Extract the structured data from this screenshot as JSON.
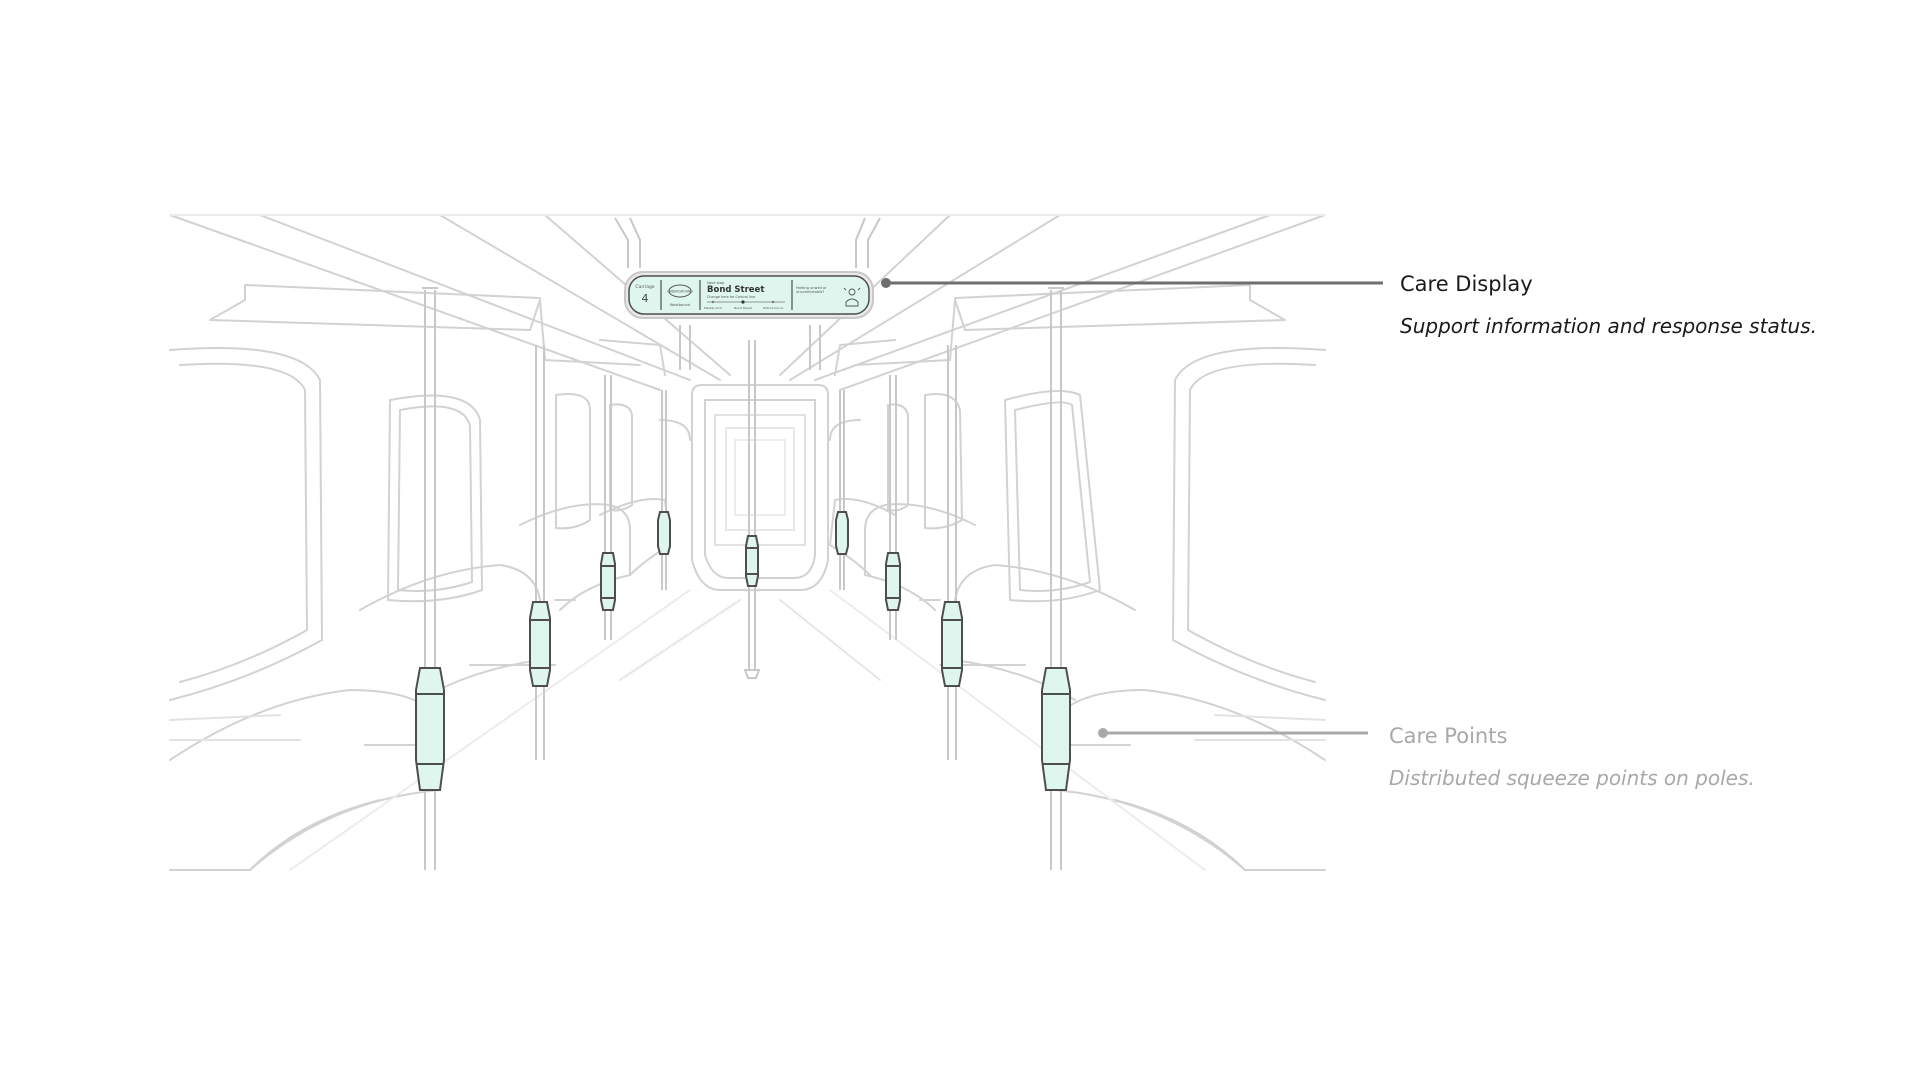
{
  "annotations": {
    "care_display": {
      "title": "Care Display",
      "description": "Support information and response status."
    },
    "care_points": {
      "title": "Care Points",
      "description": "Distributed squeeze points on poles."
    }
  },
  "display_panel": {
    "carriage_label": "Carriage",
    "carriage_number": "4",
    "line_badge": "UNDERGROUND",
    "line_sub": "Westbound",
    "station_caption": "Next stop",
    "station_name": "Bond Street",
    "station_sub": "Change here for Central line",
    "stops": [
      "Marble Arch",
      "Bond Street",
      "Oxford Circus"
    ],
    "status_text": "Feeling unwell or uncomfortable?"
  },
  "colors": {
    "line_art": "#cfcfcf",
    "accent_fill": "#dff6ee",
    "accent_stroke": "#555555",
    "leader_active": "#6e6e6e",
    "leader_muted": "#a9a9a9"
  }
}
